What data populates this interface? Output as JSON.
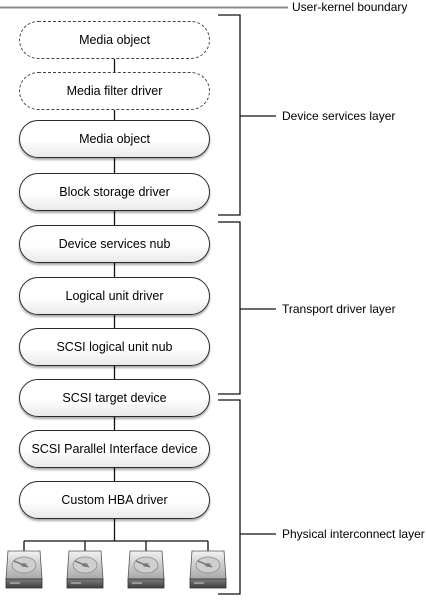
{
  "boundary_label": "User-kernel boundary",
  "layers": {
    "device_services": "Device services layer",
    "transport_driver": "Transport driver layer",
    "physical_interconnect": "Physical interconnect layer"
  },
  "nodes": [
    {
      "label": "Media object",
      "style": "dashed"
    },
    {
      "label": "Media filter driver",
      "style": "dashed"
    },
    {
      "label": "Media object",
      "style": "solid"
    },
    {
      "label": "Block storage driver",
      "style": "solid"
    },
    {
      "label": "Device services nub",
      "style": "solid"
    },
    {
      "label": "Logical unit driver",
      "style": "solid"
    },
    {
      "label": "SCSI logical unit nub",
      "style": "solid"
    },
    {
      "label": "SCSI target device",
      "style": "solid"
    },
    {
      "label": "SCSI Parallel Interface device",
      "style": "solid"
    },
    {
      "label": "Custom HBA driver",
      "style": "solid"
    }
  ],
  "disks": [
    {
      "icon": "hard-drive-icon"
    },
    {
      "icon": "hard-drive-icon"
    },
    {
      "icon": "hard-drive-icon"
    },
    {
      "icon": "hard-drive-icon"
    }
  ]
}
